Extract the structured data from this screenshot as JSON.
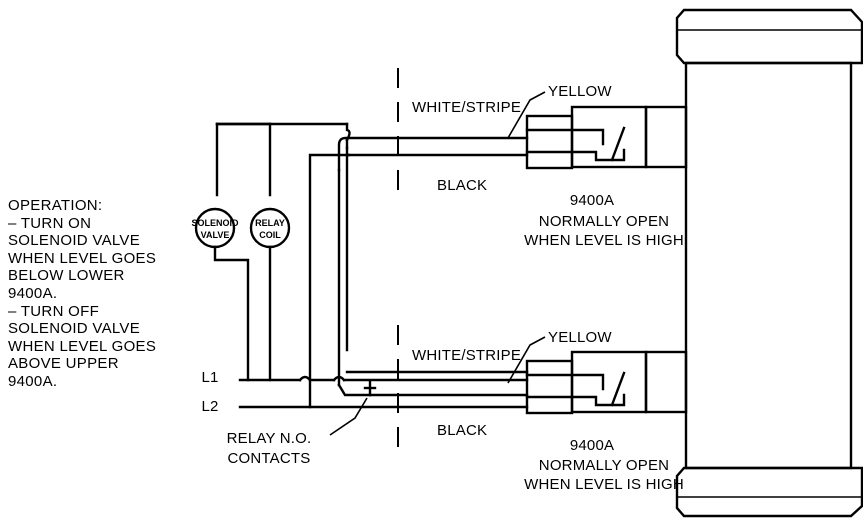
{
  "operation": {
    "lines": [
      "OPERATION:",
      "–  TURN  ON",
      "SOLENOID   VALVE",
      "WHEN  LEVEL  GOES",
      "BELOW  LOWER",
      "9400A.",
      "–  TURN  OFF",
      "SOLENOID  VALVE",
      "WHEN  LEVEL  GOES",
      "ABOVE  UPPER",
      "9400A."
    ]
  },
  "components": {
    "solenoid_line1": "SOLENOID",
    "solenoid_line2": "VALVE",
    "relay_line1": "RELAY",
    "relay_line2": "COIL"
  },
  "lines": {
    "l1": "L1",
    "l2": "L2"
  },
  "relay_contacts": {
    "line1": "RELAY N.O.",
    "line2": "CONTACTS"
  },
  "upper_switch": {
    "wire_top": "WHITE/STRIPE",
    "wire_yellow": "YELLOW",
    "wire_bottom": "BLACK",
    "model": "9400A",
    "desc1": "NORMALLY OPEN",
    "desc2": "WHEN LEVEL IS HIGH"
  },
  "lower_switch": {
    "wire_top": "WHITE/STRIPE",
    "wire_yellow": "YELLOW",
    "wire_bottom": "BLACK",
    "model": "9400A",
    "desc1": "NORMALLY OPEN",
    "desc2": "WHEN LEVEL IS HIGH"
  }
}
